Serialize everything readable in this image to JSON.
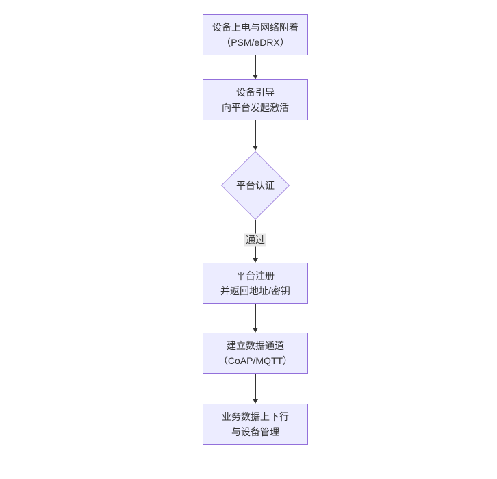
{
  "diagram": {
    "type": "flowchart-vertical",
    "colors": {
      "node_fill": "#ececff",
      "node_border": "#9370db",
      "diamond_border": "#a98fe0",
      "edge_color": "#333333",
      "text_color": "#333333",
      "edge_label_bg": "#e8e8e8",
      "canvas_bg": "#ffffff"
    },
    "nodes": [
      {
        "id": "power-attach",
        "type": "rect",
        "line1": "设备上电与网络附着",
        "line2": "（PSM/eDRX）"
      },
      {
        "id": "bootstrap",
        "type": "rect",
        "line1": "设备引导",
        "line2": "向平台发起激活"
      },
      {
        "id": "platform-auth",
        "type": "diamond",
        "line1": "平台认证",
        "line2": ""
      },
      {
        "id": "register",
        "type": "rect",
        "line1": "平台注册",
        "line2": "并返回地址/密钥"
      },
      {
        "id": "data-channel",
        "type": "rect",
        "line1": "建立数据通道",
        "line2": "（CoAP/MQTT）"
      },
      {
        "id": "business-data",
        "type": "rect",
        "line1": "业务数据上下行",
        "line2": "与设备管理"
      }
    ],
    "edges": [
      {
        "from": "power-attach",
        "to": "bootstrap",
        "label": ""
      },
      {
        "from": "bootstrap",
        "to": "platform-auth",
        "label": ""
      },
      {
        "from": "platform-auth",
        "to": "register",
        "label": "通过"
      },
      {
        "from": "register",
        "to": "data-channel",
        "label": ""
      },
      {
        "from": "data-channel",
        "to": "business-data",
        "label": ""
      }
    ]
  }
}
